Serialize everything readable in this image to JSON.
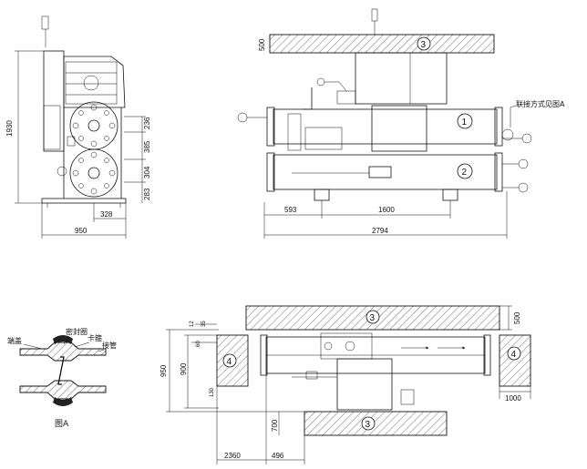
{
  "callouts": {
    "evaporator": "1",
    "condenser": "2",
    "wall": "3",
    "side_wall": "4"
  },
  "front_view": {
    "total_height": "1930",
    "dim_236": "236",
    "dim_385": "385",
    "dim_304": "304",
    "dim_283": "283",
    "dim_328": "328",
    "width": "950"
  },
  "side_view": {
    "wall_thickness": "500",
    "connection_note": "联接方式见图A",
    "dim_593": "593",
    "dim_1600": "1600",
    "total_length": "2794"
  },
  "detail_a": {
    "title": "图A",
    "label_pipe_end": "端盖",
    "label_seal_ring": "密封圈",
    "label_clamp": "卡箍",
    "label_pipe": "接管"
  },
  "plan_view": {
    "wall_top": "500",
    "wall_right": "1000",
    "dim_950": "950",
    "dim_900": "900",
    "dim_700": "700",
    "dim_2360": "2360",
    "dim_496": "496",
    "dim_small_1": "12",
    "dim_small_2": "60",
    "dim_small_3": "130",
    "dim_small_4": "35"
  }
}
